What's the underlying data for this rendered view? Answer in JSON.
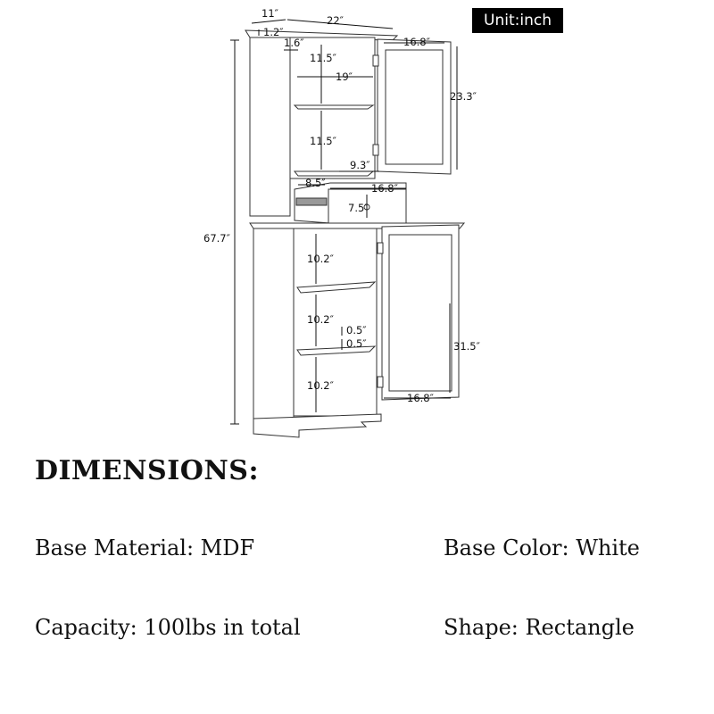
{
  "badge": {
    "unit": "Unit:inch"
  },
  "dimensions": {
    "top_depth": "11″",
    "top_width": "22″",
    "crown_height": "1.2″",
    "side_thickness": "1.6″",
    "upper_door_width": "16.8″",
    "upper_shelf_gap_1": "11.5″",
    "inner_width": "19″",
    "upper_door_height": "23.3″",
    "upper_shelf_gap_2": "11.5″",
    "drawer_depth": "9.3″",
    "drawer_side": "8.5″",
    "drawer_width": "16.8″",
    "drawer_height": "7.5″",
    "total_height": "67.7″",
    "lower_shelf_gap_1": "10.2″",
    "lower_shelf_gap_2": "10.2″",
    "shelf_thickness_1": "0.5″",
    "shelf_thickness_2": "0.5″",
    "lower_door_height": "31.5″",
    "lower_shelf_gap_3": "10.2″",
    "lower_door_width": "16.8″"
  },
  "specs": {
    "heading": "DIMENSIONS:",
    "base_material": "Base Material: MDF",
    "base_color": "Base Color: White",
    "capacity": "Capacity: 100lbs in total",
    "shape": "Shape: Rectangle"
  }
}
